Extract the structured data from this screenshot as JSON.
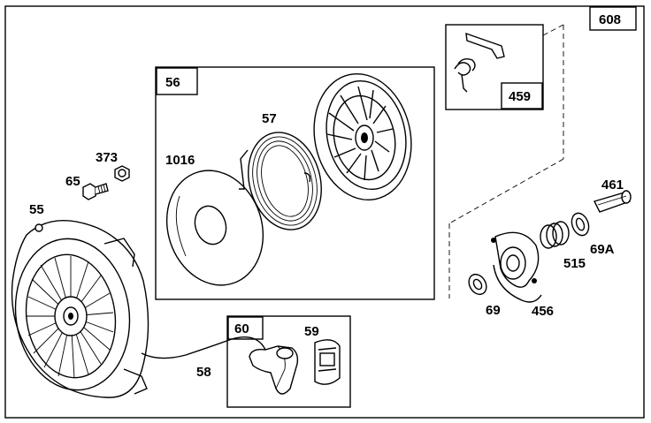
{
  "diagram": {
    "labels": {
      "main_assembly": "608",
      "housing": "55",
      "bolt": "65",
      "nut": "373",
      "pulley_kit": "56",
      "washer": "1016",
      "spring": "57",
      "pawl_kit": "459",
      "handle_kit": "60",
      "handle_insert": "59",
      "rope": "58",
      "pin": "461",
      "washer_b": "69A",
      "spring_b": "515",
      "washer_c": "69",
      "retainer": "456"
    }
  }
}
